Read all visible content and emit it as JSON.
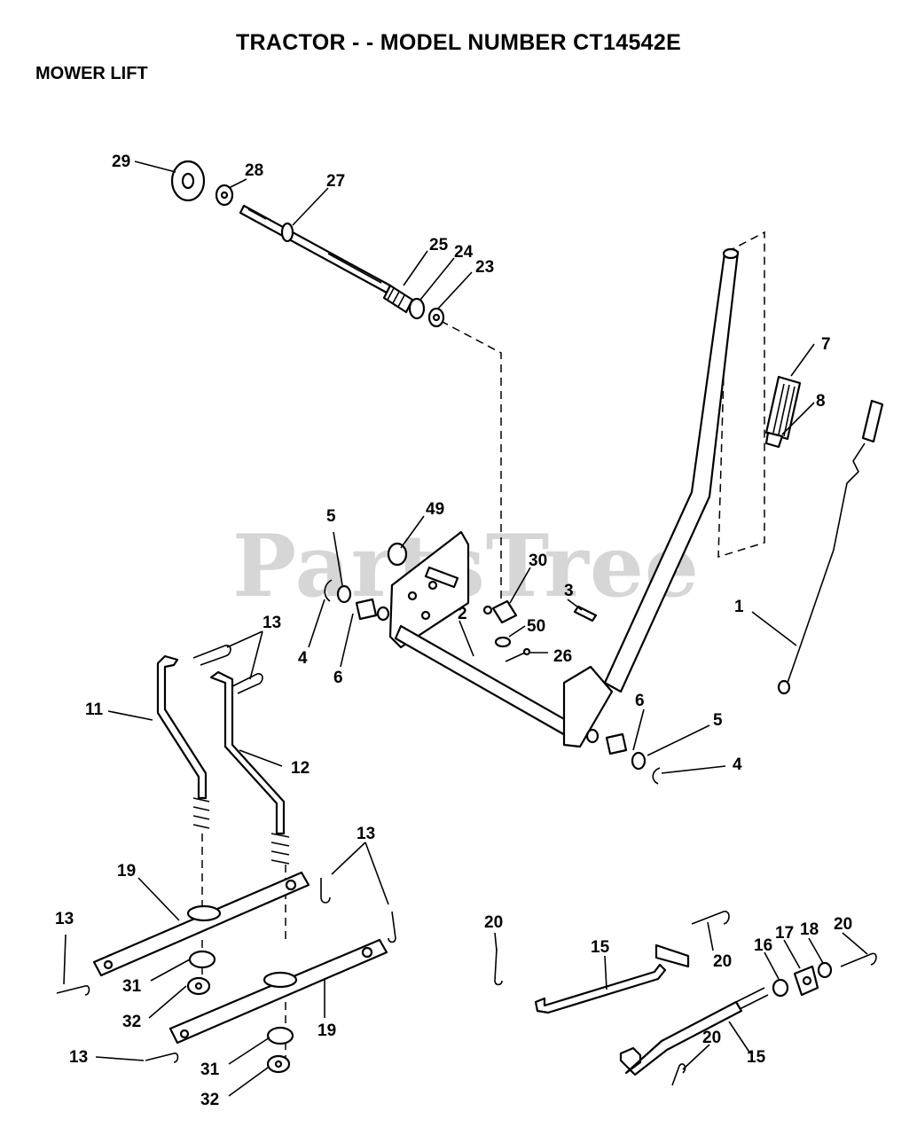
{
  "header": {
    "title": "TRACTOR - - MODEL NUMBER CT14542E",
    "subtitle": "MOWER LIFT"
  },
  "watermark": "PartsTree",
  "callouts": [
    "29",
    "28",
    "27",
    "25",
    "24",
    "23",
    "7",
    "8",
    "49",
    "5",
    "30",
    "3",
    "2",
    "50",
    "26",
    "4",
    "6",
    "1",
    "13",
    "11",
    "12",
    "6",
    "5",
    "4",
    "13",
    "19",
    "13",
    "31",
    "32",
    "19",
    "13",
    "31",
    "32",
    "20",
    "15",
    "20",
    "16",
    "17",
    "18",
    "20",
    "20",
    "15"
  ]
}
